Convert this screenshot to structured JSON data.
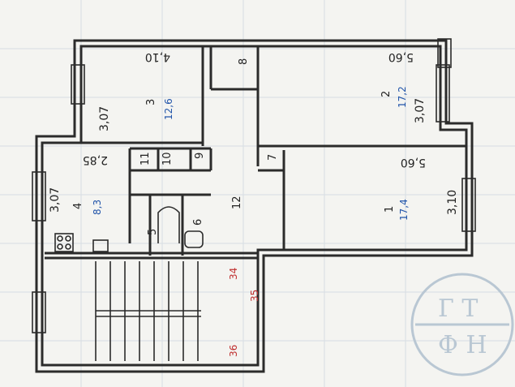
{
  "rooms": [
    {
      "id": "room-1",
      "number": "1",
      "area": "17,4",
      "width": "5,60",
      "depth": "3,10"
    },
    {
      "id": "room-2",
      "number": "2",
      "area": "17,2",
      "width": "5,60",
      "depth": "3,07"
    },
    {
      "id": "room-3",
      "number": "3",
      "area": "12,6",
      "width": "4,10",
      "depth": "3,07"
    },
    {
      "id": "room-4",
      "number": "4",
      "area": "8,3",
      "width": "2,85",
      "depth": "3,07"
    }
  ],
  "spaces": {
    "corridor": "12",
    "closet_8": "8",
    "closet_7": "7",
    "closet_9": "9",
    "closet_10": "10",
    "closet_11": "11",
    "bathroom": "5",
    "toilet": "6"
  },
  "stair_numbers": {
    "n34": "34",
    "n35": "35",
    "n36": "36"
  },
  "stamp": {
    "top": "Г Т",
    "bottom": "Ф Н"
  },
  "colors": {
    "wall": "#2b2b2b",
    "area_text": "#2255aa",
    "stair_number": "#c03030",
    "stamp": "#b9c7d3"
  }
}
